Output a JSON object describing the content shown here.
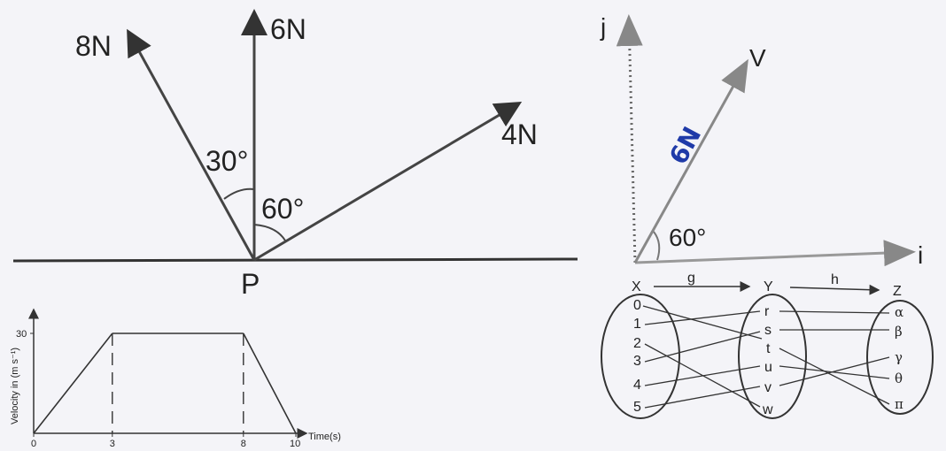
{
  "force_diagram": {
    "forces": [
      {
        "id": "f8",
        "label": "8N"
      },
      {
        "id": "f6",
        "label": "6N"
      },
      {
        "id": "f4",
        "label": "4N"
      }
    ],
    "angles": [
      {
        "id": "a30",
        "label": "30°"
      },
      {
        "id": "a60",
        "label": "60°"
      }
    ],
    "point_label": "P"
  },
  "vector_diagram": {
    "axis_i": "i",
    "axis_j": "j",
    "vector_label": "V",
    "magnitude_label": "6N",
    "angle_label": "60°"
  },
  "mapping_diagram": {
    "set_labels": [
      "X",
      "Y",
      "Z"
    ],
    "function_labels": [
      "g",
      "h"
    ],
    "set_x": [
      "0",
      "1",
      "2",
      "3",
      "4",
      "5"
    ],
    "set_y": [
      "r",
      "s",
      "t",
      "u",
      "v",
      "w"
    ],
    "set_z": [
      "α",
      "β",
      "γ",
      "θ",
      "π"
    ]
  },
  "chart_data": {
    "type": "line",
    "x": [
      0,
      3,
      8,
      10
    ],
    "y": [
      0,
      30,
      30,
      0
    ],
    "xticks": [
      "0",
      "3",
      "8",
      "10"
    ],
    "yticks": [
      "30"
    ],
    "xlabel": "Time(s)",
    "ylabel": "Velocity in (m s⁻¹)",
    "xlim": [
      0,
      10
    ],
    "ylim": [
      0,
      30
    ],
    "dashed_guides_at_x": [
      3,
      8
    ]
  }
}
